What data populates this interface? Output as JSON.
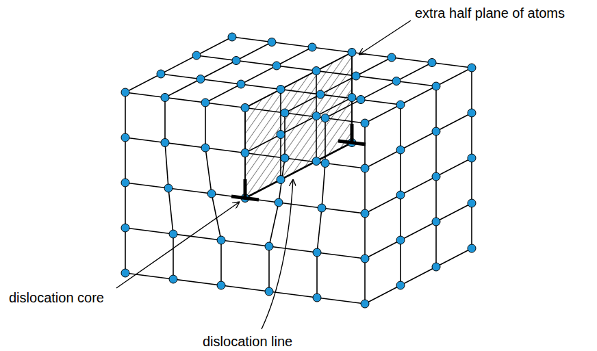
{
  "diagram": {
    "labels": [
      "extra half plane of atoms",
      "dislocation core",
      "dislocation line"
    ]
  }
}
